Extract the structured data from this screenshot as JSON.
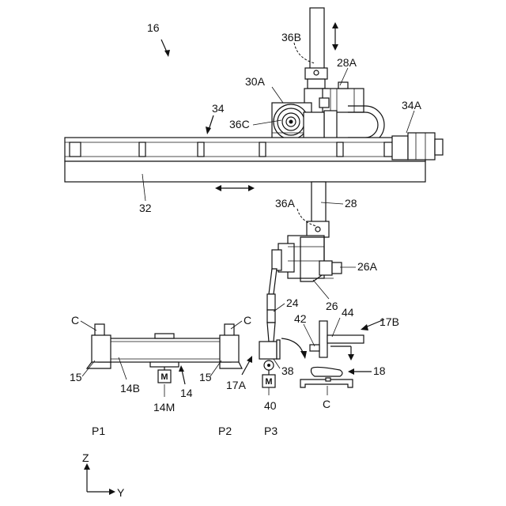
{
  "labels": {
    "l16": "16",
    "l36B": "36B",
    "l28A": "28A",
    "l30A": "30A",
    "l34": "34",
    "l34A": "34A",
    "l36C": "36C",
    "l32": "32",
    "l36A": "36A",
    "l28": "28",
    "l26A": "26A",
    "l26": "26",
    "l24": "24",
    "l44": "44",
    "l42": "42",
    "l17B": "17B",
    "lCleft": "C",
    "lCmid": "C",
    "l15left": "15",
    "l15right": "15",
    "l14B": "14B",
    "l14": "14",
    "l14M": "14M",
    "l17A": "17A",
    "l38": "38",
    "l18": "18",
    "l40": "40",
    "lCtray": "C",
    "lP1": "P1",
    "lP2": "P2",
    "lP3": "P3",
    "lZ": "Z",
    "lY": "Y"
  },
  "motor_marks": {
    "m14M": "M",
    "m40": "M"
  }
}
